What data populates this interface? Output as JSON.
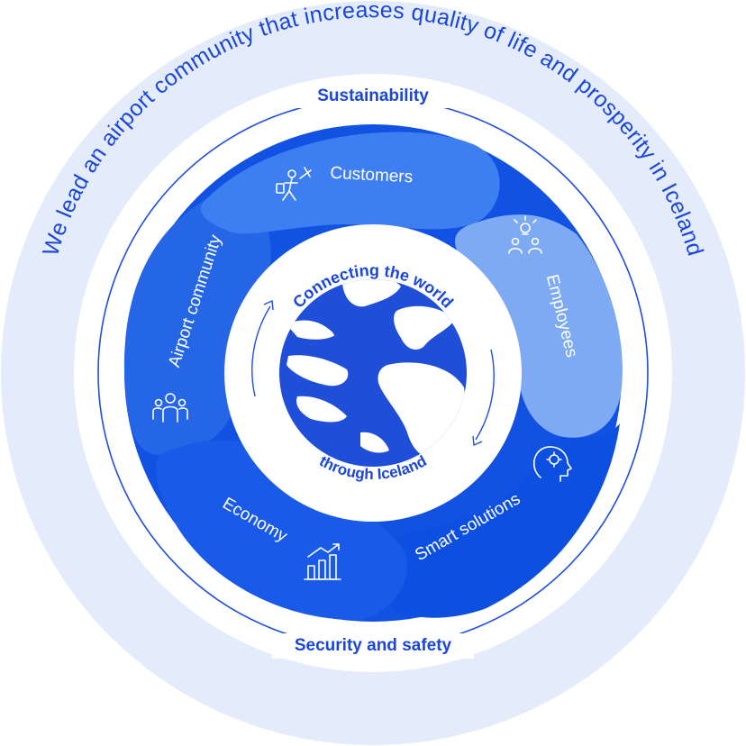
{
  "mission_statement": "We lead an airport community that increases quality of life and prosperity in Iceland",
  "top_ring_label": "Sustainability",
  "bottom_ring_label": "Security and safety",
  "center": {
    "top_line": "Connecting the world",
    "bottom_line": "through Iceland"
  },
  "segments": [
    {
      "label": "Customers",
      "icon": "traveler-plane-icon",
      "color": "#3d7ff0"
    },
    {
      "label": "Employees",
      "icon": "people-lightbulb-icon",
      "color": "#7eaaf3"
    },
    {
      "label": "Smart solutions",
      "icon": "head-gear-icon",
      "color": "#0d4fe0"
    },
    {
      "label": "Economy",
      "icon": "growth-chart-icon",
      "color": "#1253e6"
    },
    {
      "label": "Airport community",
      "icon": "group-icon",
      "color": "#2466e6"
    }
  ],
  "colors": {
    "outer_disc": "#e4ecfc",
    "ring_line": "#1e4fe0",
    "text_primary": "#1a47d9",
    "globe": "#1f4fd9",
    "segment_text": "#ffffff"
  }
}
